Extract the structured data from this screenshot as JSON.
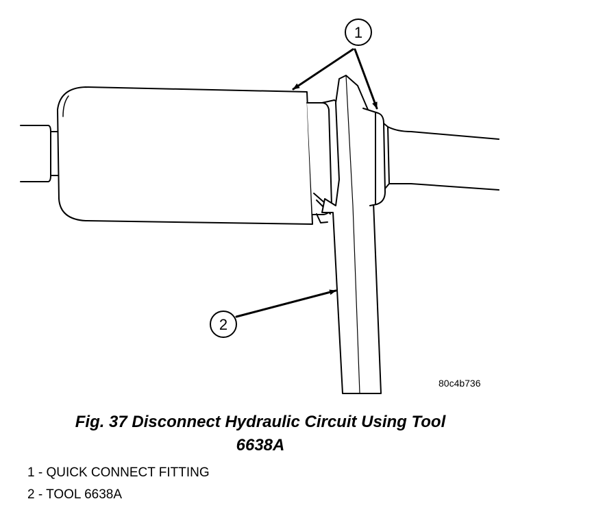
{
  "figure": {
    "code": "80c4b736",
    "caption_line1": "Fig. 37 Disconnect Hydraulic Circuit Using Tool",
    "caption_line2": "6638A"
  },
  "callouts": [
    {
      "number": "1"
    },
    {
      "number": "2"
    }
  ],
  "legend": [
    {
      "text": "1 - QUICK CONNECT FITTING"
    },
    {
      "text": "2 - TOOL 6638A"
    }
  ]
}
